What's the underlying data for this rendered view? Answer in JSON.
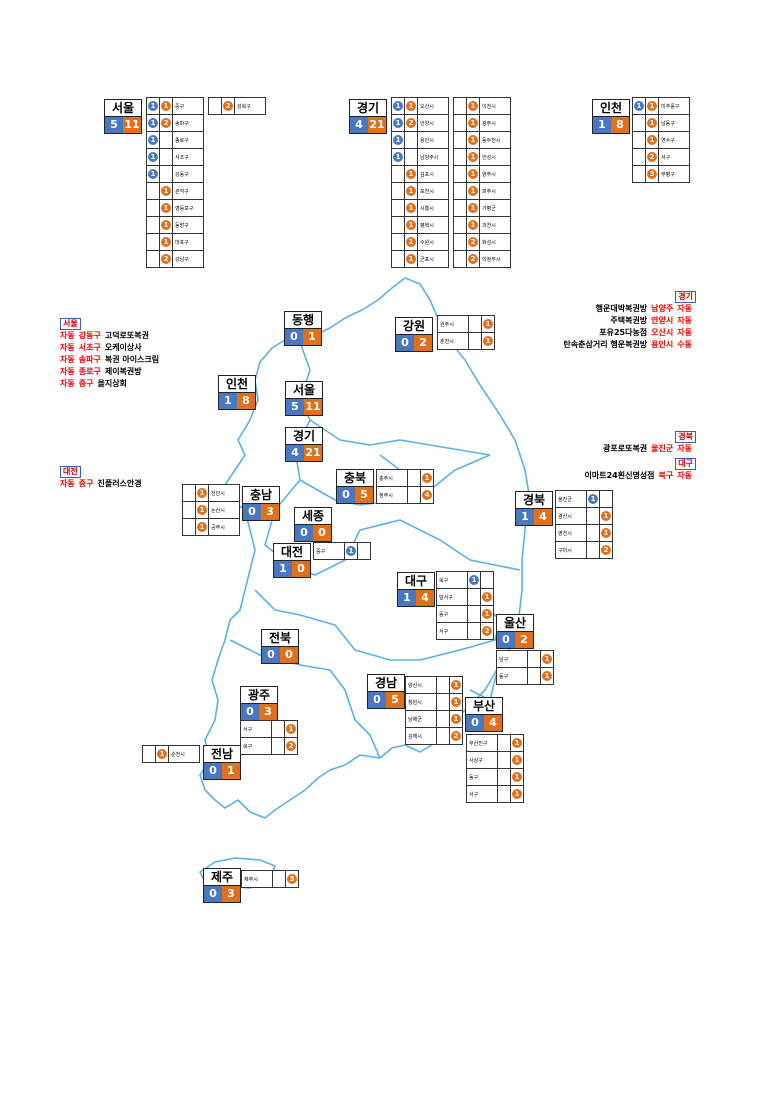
{
  "colors": {
    "blue": "#4a78c0",
    "orange": "#e0701c",
    "coast": "#5ab0e8"
  },
  "regions": [
    {
      "id": "seoul_top",
      "name": "서울",
      "blue": "5",
      "orange": "11"
    },
    {
      "id": "gyeonggi_top",
      "name": "경기",
      "blue": "4",
      "orange": "21"
    },
    {
      "id": "incheon_top",
      "name": "인천",
      "blue": "1",
      "orange": "8"
    },
    {
      "id": "donghaeng",
      "name": "동행",
      "blue": "0",
      "orange": "1"
    },
    {
      "id": "gangwon",
      "name": "강원",
      "blue": "0",
      "orange": "2"
    },
    {
      "id": "incheon",
      "name": "인천",
      "blue": "1",
      "orange": "8"
    },
    {
      "id": "seoul",
      "name": "서울",
      "blue": "5",
      "orange": "11"
    },
    {
      "id": "gyeonggi",
      "name": "경기",
      "blue": "4",
      "orange": "21"
    },
    {
      "id": "chungbuk",
      "name": "충북",
      "blue": "0",
      "orange": "5"
    },
    {
      "id": "chungnam",
      "name": "충남",
      "blue": "0",
      "orange": "3"
    },
    {
      "id": "sejong",
      "name": "세종",
      "blue": "0",
      "orange": "0"
    },
    {
      "id": "daejeon",
      "name": "대전",
      "blue": "1",
      "orange": "0"
    },
    {
      "id": "gyeongbuk",
      "name": "경북",
      "blue": "1",
      "orange": "4"
    },
    {
      "id": "daegu",
      "name": "대구",
      "blue": "1",
      "orange": "4"
    },
    {
      "id": "ulsan",
      "name": "울산",
      "blue": "0",
      "orange": "2"
    },
    {
      "id": "jeonbuk",
      "name": "전북",
      "blue": "0",
      "orange": "0"
    },
    {
      "id": "gyeongnam",
      "name": "경남",
      "blue": "0",
      "orange": "5"
    },
    {
      "id": "gwangju",
      "name": "광주",
      "blue": "0",
      "orange": "3"
    },
    {
      "id": "busan",
      "name": "부산",
      "blue": "0",
      "orange": "4"
    },
    {
      "id": "jeonnam",
      "name": "전남",
      "blue": "0",
      "orange": "1"
    },
    {
      "id": "jeju",
      "name": "제주",
      "blue": "0",
      "orange": "3"
    }
  ],
  "tables": {
    "seoul_a": [
      [
        "1",
        "1",
        "중구"
      ],
      [
        "1",
        "2",
        "송파구"
      ],
      [
        "1",
        "",
        "종로구"
      ],
      [
        "1",
        "",
        "서조구"
      ],
      [
        "1",
        "",
        "강동구"
      ],
      [
        "",
        "1",
        "관악구"
      ],
      [
        "",
        "1",
        "영등포구"
      ],
      [
        "",
        "1",
        "동방구"
      ],
      [
        "",
        "1",
        "마포구"
      ],
      [
        "",
        "2",
        "강남구"
      ]
    ],
    "seoul_b": [
      [
        "",
        "2",
        "성북구"
      ]
    ],
    "gyeonggi_a": [
      [
        "1",
        "1",
        "오산시"
      ],
      [
        "1",
        "2",
        "안양시"
      ],
      [
        "1",
        "",
        "용인시"
      ],
      [
        "1",
        "",
        "남양주시"
      ],
      [
        "",
        "1",
        "김포시"
      ],
      [
        "",
        "1",
        "포천시"
      ],
      [
        "",
        "1",
        "시흥시"
      ],
      [
        "",
        "1",
        "평택시"
      ],
      [
        "",
        "1",
        "수원시"
      ],
      [
        "",
        "1",
        "군포시"
      ]
    ],
    "gyeonggi_b": [
      [
        "",
        "1",
        "이천시"
      ],
      [
        "",
        "1",
        "광주시"
      ],
      [
        "",
        "1",
        "동두천시"
      ],
      [
        "",
        "1",
        "안성시"
      ],
      [
        "",
        "1",
        "양주시"
      ],
      [
        "",
        "1",
        "파주시"
      ],
      [
        "",
        "1",
        "가평군"
      ],
      [
        "",
        "1",
        "과천시"
      ],
      [
        "",
        "2",
        "화성시"
      ],
      [
        "",
        "2",
        "의정부시"
      ]
    ],
    "incheon_a": [
      [
        "1",
        "1",
        "미추홀구"
      ],
      [
        "",
        "1",
        "남동구"
      ],
      [
        "",
        "1",
        "연수구"
      ],
      [
        "",
        "2",
        "서구"
      ],
      [
        "",
        "3",
        "부평구"
      ]
    ],
    "donghaeng": [],
    "gangwon": [
      [
        "원주시",
        "",
        "1"
      ],
      [
        "춘천시",
        "",
        "1"
      ]
    ],
    "chungbuk": [
      [
        "충주시",
        "",
        "1"
      ],
      [
        "청주시",
        "",
        "4"
      ]
    ],
    "chungnam": [
      [
        "1",
        "천안시"
      ],
      [
        "1",
        "논산시"
      ],
      [
        "1",
        "공주시"
      ]
    ],
    "daejeon": [
      [
        "중구",
        "1",
        ""
      ]
    ],
    "gyeongbuk": [
      [
        "울진군",
        "1",
        ""
      ],
      [
        "경산시",
        "",
        "1"
      ],
      [
        "영천시",
        "",
        "1"
      ],
      [
        "구미시",
        "",
        "2"
      ]
    ],
    "daegu": [
      [
        "북구",
        "1",
        ""
      ],
      [
        "달서구",
        "",
        "1"
      ],
      [
        "동구",
        "",
        "1"
      ],
      [
        "서구",
        "",
        "2"
      ]
    ],
    "ulsan": [
      [
        "남구",
        "",
        "1"
      ],
      [
        "동구",
        "",
        "1"
      ]
    ],
    "gyeongnam": [
      [
        "양산시",
        "",
        "1"
      ],
      [
        "창원시",
        "",
        "1"
      ],
      [
        "남해군",
        "",
        "1"
      ],
      [
        "김해시",
        "",
        "2"
      ]
    ],
    "gwangju": [
      [
        "서구",
        "",
        "1"
      ],
      [
        "북구",
        "",
        "2"
      ]
    ],
    "busan": [
      [
        "부산진구",
        "",
        "1"
      ],
      [
        "사상구",
        "",
        "1"
      ],
      [
        "동구",
        "",
        "1"
      ],
      [
        "서구",
        "",
        "1"
      ]
    ],
    "jeonnam": [
      [
        "",
        "1",
        "순천시"
      ]
    ],
    "jeju": [
      [
        "제주시",
        "",
        "3"
      ]
    ]
  },
  "legends": {
    "seoul": {
      "tag": "서울",
      "rows": [
        [
          "자동",
          "강동구",
          "고덕로또복권"
        ],
        [
          "자동",
          "서초구",
          "오케이상사"
        ],
        [
          "자동",
          "송파구",
          "복권 아이스크림"
        ],
        [
          "자동",
          "종로구",
          "제이복권방"
        ],
        [
          "자동",
          "중구",
          "을지상회"
        ]
      ]
    },
    "daejeon": {
      "tag": "대전",
      "rows": [
        [
          "자동",
          "중구",
          "진플러스안경"
        ]
      ]
    },
    "gyeonggi": {
      "tag": "경기",
      "rows": [
        [
          "행운대박복권방",
          "남양주",
          "자동"
        ],
        [
          "주택복권방",
          "안양시",
          "자동"
        ],
        [
          "포유25다농점",
          "오산시",
          "자동"
        ],
        [
          "탄속춘삼거리 행운복권방",
          "용인시",
          "수동"
        ]
      ]
    },
    "gyeongbuk": {
      "tag": "경북",
      "rows": [
        [
          "광포로또복권",
          "울진군",
          "자동"
        ]
      ]
    },
    "daegu": {
      "tag": "대구",
      "rows": [
        [
          "이마트24흰신명성점",
          "북구",
          "자동"
        ]
      ]
    }
  }
}
